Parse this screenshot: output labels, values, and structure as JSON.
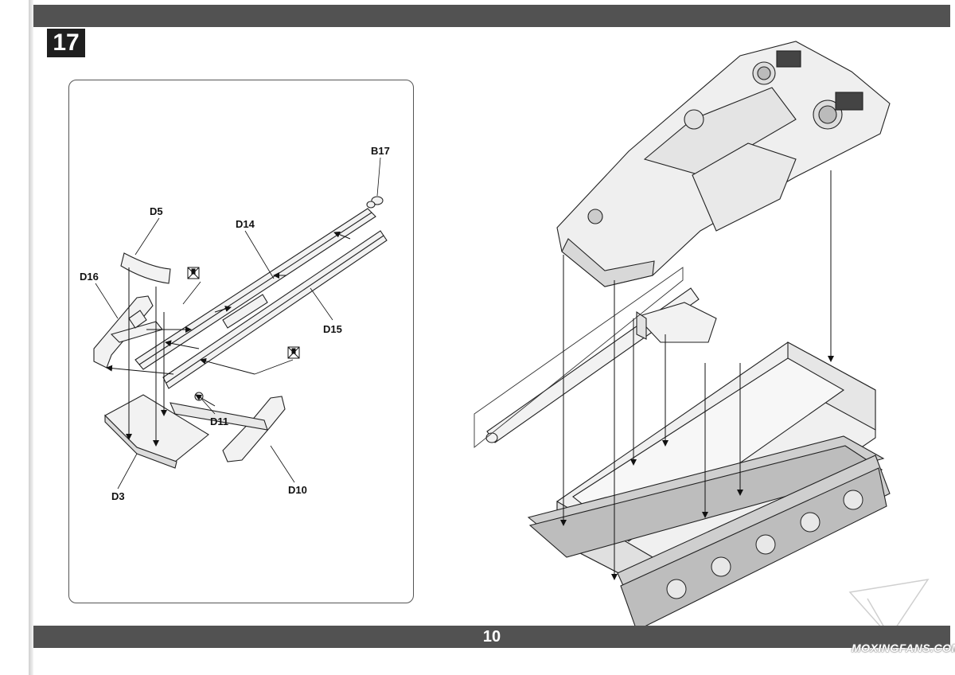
{
  "step": {
    "number": "17"
  },
  "page": {
    "number": "10"
  },
  "parts": {
    "b17": "B17",
    "d5": "D5",
    "d14": "D14",
    "d16": "D16",
    "d15": "D15",
    "d11": "D11",
    "d3": "D3",
    "d10": "D10"
  },
  "watermark": {
    "text": "MOXINGFANS.COM"
  }
}
